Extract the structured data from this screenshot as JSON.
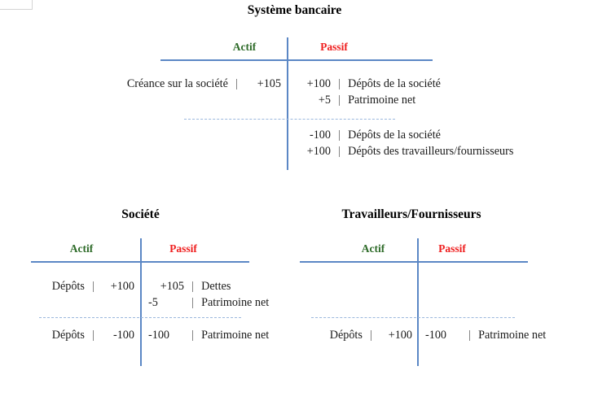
{
  "page": {
    "language": "fr",
    "background_color": "#ffffff",
    "colors": {
      "actif": "#2e6b29",
      "passif": "#ef2020",
      "rule": "#5b87c5",
      "dashed_rule": "#9bb8dd",
      "text": "#1a1a1a"
    }
  },
  "accounts": [
    {
      "id": "systeme-bancaire",
      "title": "Système bancaire",
      "headers": {
        "actif": "Actif",
        "passif": "Passif"
      },
      "blocks": [
        {
          "actif": [
            {
              "label": "Créance sur la société",
              "sep": "|",
              "amount": "+105"
            }
          ],
          "passif": [
            {
              "amount": "+100",
              "sep": "|",
              "label": "Dépôts de la société"
            },
            {
              "amount": "+5",
              "sep": "|",
              "label": "Patrimoine net"
            }
          ]
        },
        {
          "actif": [],
          "passif": [
            {
              "amount": "-100",
              "sep": "|",
              "label": "Dépôts de la société"
            },
            {
              "amount": "+100",
              "sep": "|",
              "label": "Dépôts des travailleurs/fournisseurs"
            }
          ]
        }
      ]
    },
    {
      "id": "societe",
      "title": "Société",
      "headers": {
        "actif": "Actif",
        "passif": "Passif"
      },
      "blocks": [
        {
          "actif": [
            {
              "label": "Dépôts",
              "sep": "|",
              "amount": "+100"
            }
          ],
          "passif": [
            {
              "amount": "+105",
              "sep": "|",
              "label": "Dettes"
            },
            {
              "amount": "-5",
              "sep": "|",
              "label": "Patrimoine net"
            }
          ]
        },
        {
          "actif": [
            {
              "label": "Dépôts",
              "sep": "|",
              "amount": "-100"
            }
          ],
          "passif": [
            {
              "amount": "-100",
              "sep": "|",
              "label": "Patrimoine net"
            }
          ]
        }
      ]
    },
    {
      "id": "travailleurs-fournisseurs",
      "title": "Travailleurs/Fournisseurs",
      "headers": {
        "actif": "Actif",
        "passif": "Passif"
      },
      "blocks": [
        {
          "actif": [],
          "passif": []
        },
        {
          "actif": [
            {
              "label": "Dépôts",
              "sep": "|",
              "amount": "+100"
            }
          ],
          "passif": [
            {
              "amount": "-100",
              "sep": "|",
              "label": "Patrimoine net"
            }
          ]
        }
      ]
    }
  ]
}
